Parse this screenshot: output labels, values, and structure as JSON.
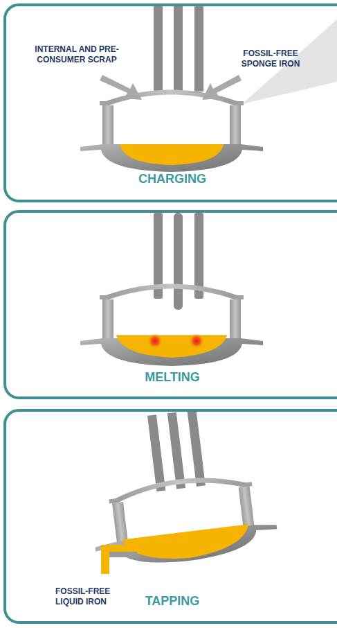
{
  "diagram": {
    "nodes": [
      {
        "text": [
          "CHARGING"
        ]
      },
      {
        "text": [
          "MELTING"
        ]
      },
      {
        "text": [
          "TAPPING"
        ]
      }
    ],
    "labels": [
      "INTERNAL AND PRE-CONSUMER SCRAP",
      "FOSSIL-FREE SPONGE IRON",
      "FOSSIL-FREE LIQUID IRON"
    ]
  }
}
